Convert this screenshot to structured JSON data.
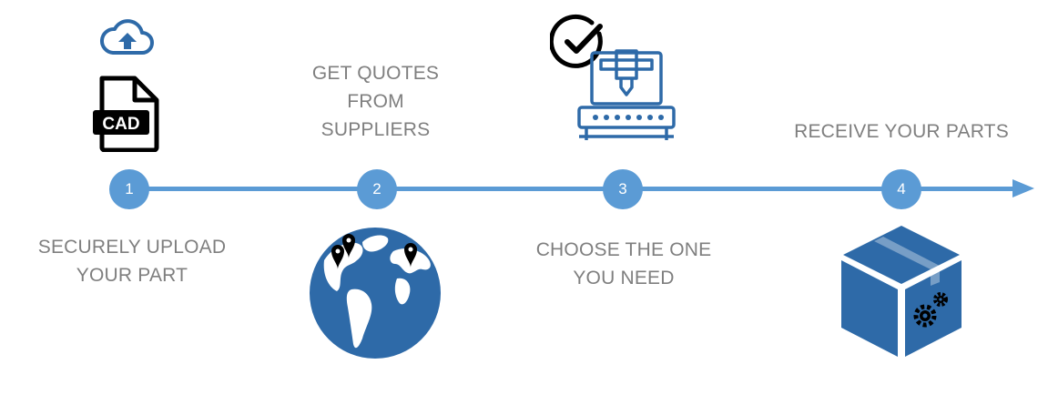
{
  "colors": {
    "accent": "#5b9bd5",
    "icon_blue": "#2e6aa8",
    "text": "#7f7f7f",
    "dark": "#000000"
  },
  "steps": [
    {
      "number": "1",
      "label": "SECURELY UPLOAD\nYOUR PART",
      "icon": "cloud-upload-icon"
    },
    {
      "number": "2",
      "label": "GET QUOTES\nFROM\nSUPPLIERS",
      "icon": "globe-icon"
    },
    {
      "number": "3",
      "label": "CHOOSE THE ONE\nYOU NEED",
      "icon": "cnc-machine-icon"
    },
    {
      "number": "4",
      "label": "RECEIVE YOUR PARTS",
      "icon": "box-icon"
    }
  ],
  "cad_badge": "CAD"
}
